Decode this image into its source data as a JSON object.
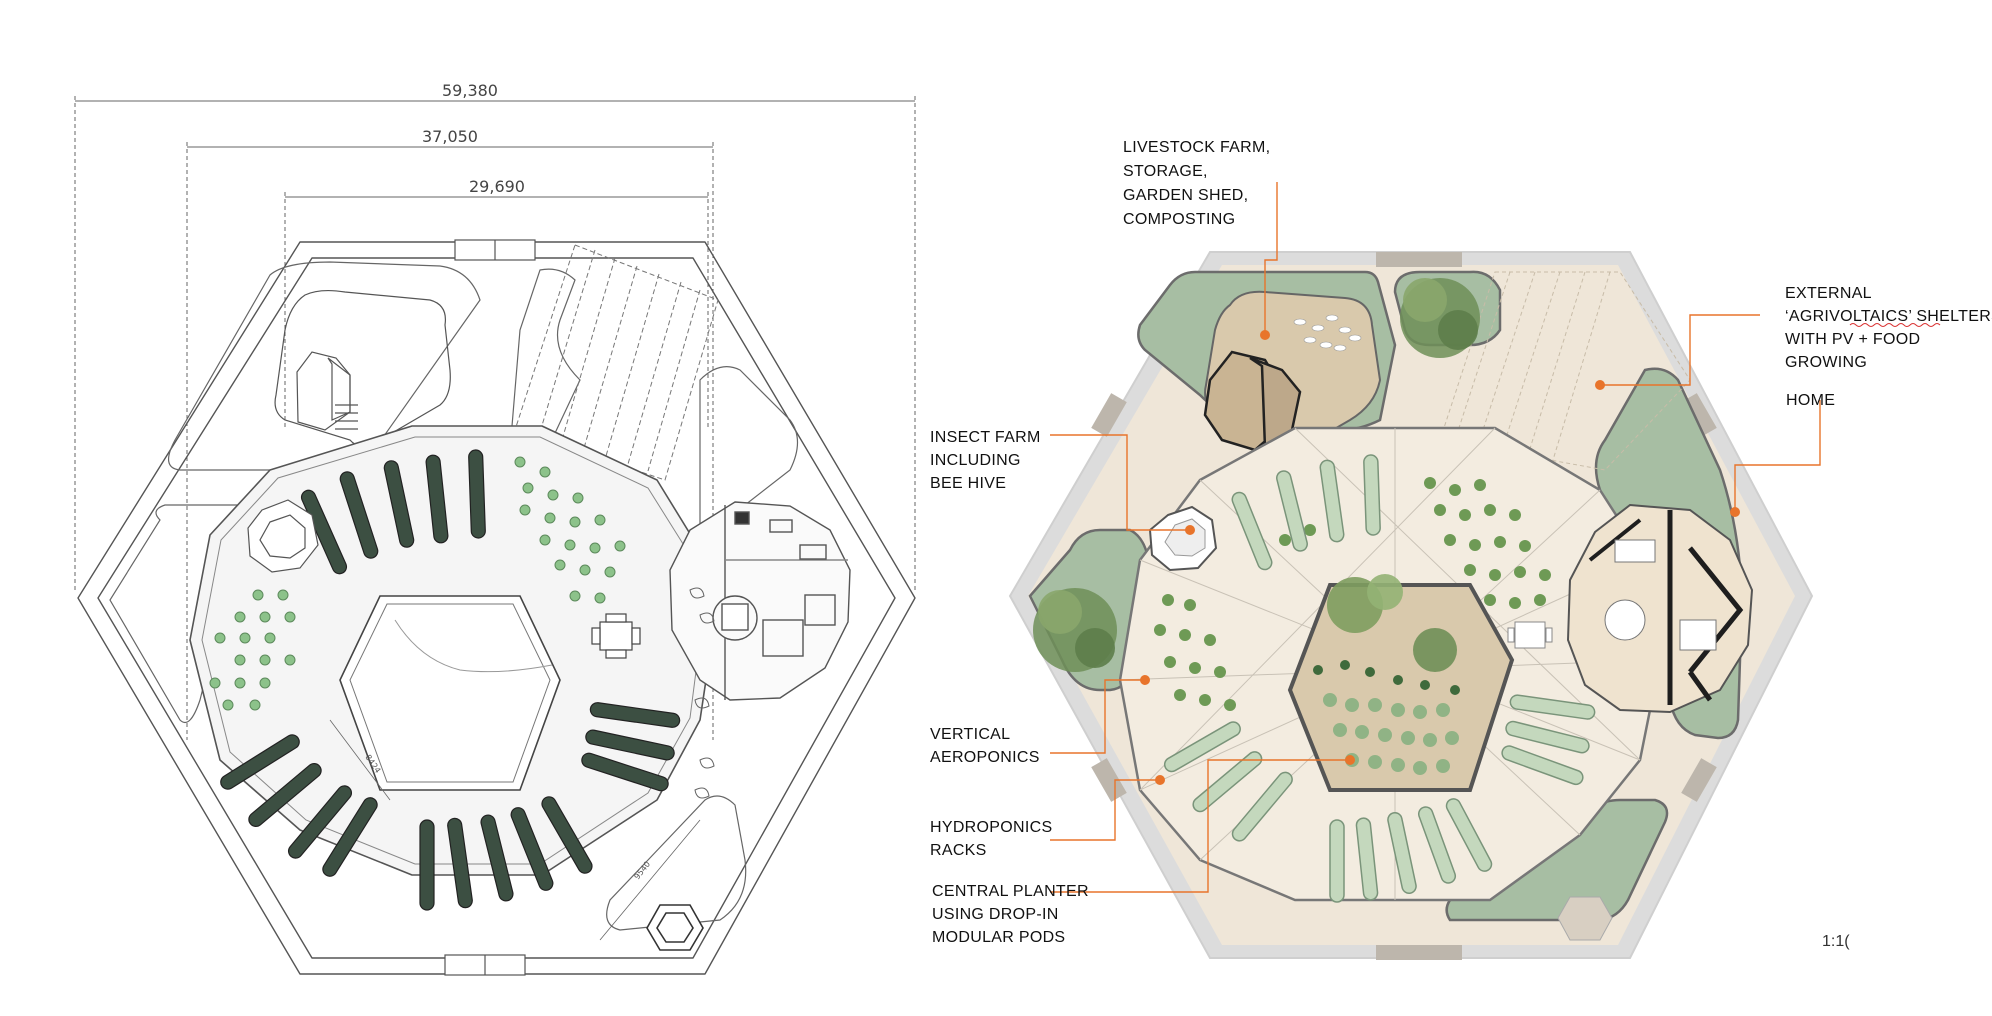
{
  "plan": {
    "dimensions": {
      "overall": "59,380",
      "middle": "37,050",
      "inner": "29,690",
      "central_planter": "8424",
      "path": "9540"
    }
  },
  "render": {
    "scale": "1:1(",
    "callouts": {
      "livestock": [
        "LIVESTOCK FARM,",
        "STORAGE,",
        "GARDEN SHED,",
        "COMPOSTING"
      ],
      "agrivoltaics": [
        "EXTERNAL",
        "‘AGRIVOLTAICS’ SHELTERS",
        "WITH PV + FOOD",
        "GROWING"
      ],
      "home": [
        "HOME"
      ],
      "insect": [
        "INSECT FARM",
        "INCLUDING",
        "BEE HIVE"
      ],
      "aeroponics": [
        "VERTICAL",
        "AEROPONICS"
      ],
      "hydroponics": [
        "HYDROPONICS",
        "RACKS"
      ],
      "central": [
        "CENTRAL PLANTER",
        "USING DROP-IN",
        "MODULAR PODS"
      ]
    }
  },
  "colors": {
    "line": "#555555",
    "garden_green": "#a7bea3",
    "plant_green": "#77ad73",
    "pale_floor": "#efe6d8",
    "sand": "#d9c9ac",
    "leader_orange": "#e8742b",
    "rack_dark": "#33463a"
  }
}
